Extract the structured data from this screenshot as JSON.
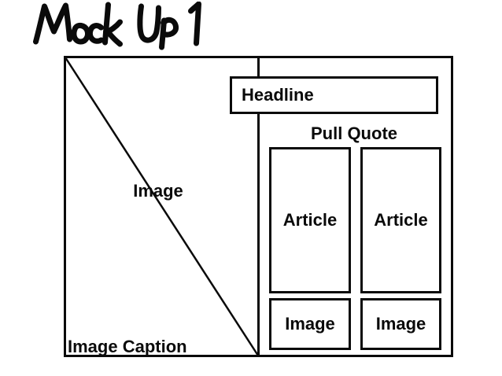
{
  "title": "Mock Up 1",
  "line_color": "#0a0a0a",
  "background_color": "#ffffff",
  "wireframe": {
    "image_panel": {
      "label": "Image",
      "caption": "Image Caption"
    },
    "headline": {
      "label": "Headline"
    },
    "pull_quote": {
      "label": "Pull Quote"
    },
    "columns": [
      {
        "article_label": "Article",
        "image_label": "Image"
      },
      {
        "article_label": "Article",
        "image_label": "Image"
      }
    ]
  }
}
